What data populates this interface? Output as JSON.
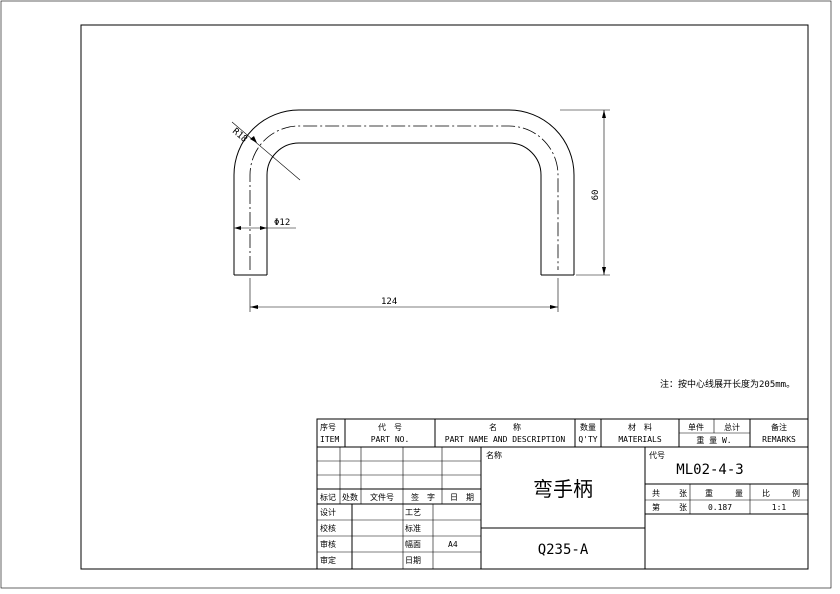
{
  "drawing": {
    "radius_label": "R18",
    "diameter_label": "Φ12",
    "width_label": "124",
    "height_label": "60",
    "note": "注：按中心线展开长度为205mm。"
  },
  "title_block": {
    "header": {
      "item_cn": "序号",
      "item_en": "ITEM",
      "partno_cn": "代　号",
      "partno_en": "PART NO.",
      "name_cn": "名　　称",
      "name_en": "PART NAME AND DESCRIPTION",
      "qty_cn": "数量",
      "qty_en": "Q'TY",
      "material_cn": "材　料",
      "material_en": "MATERIALS",
      "unit_cn": "单件",
      "total_cn": "总计",
      "weight_cn": "重 量 W.",
      "remarks_cn": "备注",
      "remarks_en": "REMARKS"
    },
    "rev_row": [
      "标记",
      "处数",
      "文件号",
      "签　字",
      "日　期"
    ],
    "sign_rows": [
      {
        "left": "设计",
        "right": "工艺",
        "value": ""
      },
      {
        "left": "校核",
        "right": "标准",
        "value": ""
      },
      {
        "left": "审核",
        "right": "幅面",
        "value": "A4"
      },
      {
        "left": "审定",
        "right": "日期",
        "value": ""
      }
    ],
    "name_label": "名称",
    "part_name": "弯手柄",
    "material": "Q235-A",
    "code_label": "代号",
    "code": "ML02-4-3",
    "info_headers": [
      "共",
      "张",
      "重",
      "量",
      "比",
      "例"
    ],
    "info_values": [
      "第",
      "张",
      "0.187",
      "1:1"
    ]
  }
}
